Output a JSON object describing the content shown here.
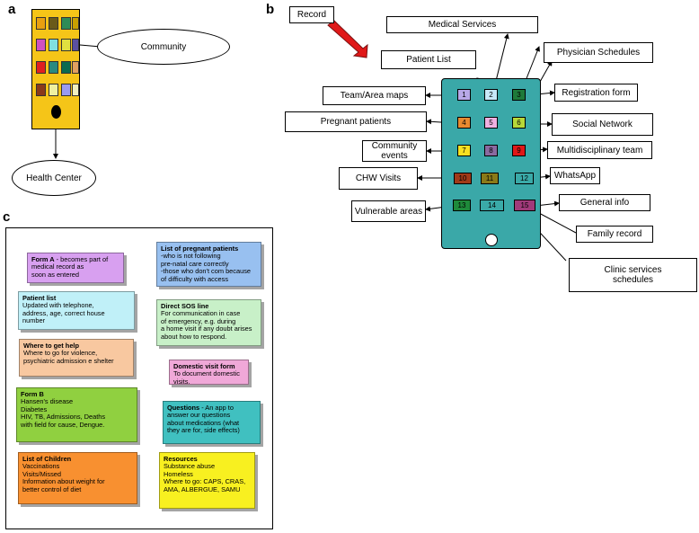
{
  "panels": {
    "a": "a",
    "b": "b",
    "c": "c"
  },
  "panel_a": {
    "community_label": "Community",
    "health_center_label": "Health Center",
    "building_color": "#f5c518",
    "window_colors": [
      "#e8a010",
      "#6a5a1a",
      "#2e8b57",
      "#c8a000",
      "#d050c0",
      "#80e0e0",
      "#e0e040",
      "#5a50a0",
      "#e02020",
      "#2a8a80",
      "#0a6a50",
      "#e0a060",
      "#8a3a1a",
      "#f0f0a0",
      "#9a9af0",
      "#f0f0c0"
    ]
  },
  "panel_b": {
    "record_label": "Record",
    "labels": {
      "medical_services": "Medical Services",
      "physician_schedules": "Physician Schedules",
      "patient_list": "Patient List",
      "registration_form": "Registration form",
      "team_area_maps": "Team/Area maps",
      "social_network": "Social Network",
      "pregnant_patients": "Pregnant patients",
      "community_events": "Community events",
      "multidisciplinary_team": "Multidisciplinary team",
      "chw_visits": "CHW Visits",
      "whatsapp": "WhatsApp",
      "general_info": "General info",
      "vulnerable_areas": "Vulnerable areas",
      "family_record": "Family record",
      "clinic_services_schedules": "Clinic services schedules"
    },
    "keys": [
      {
        "n": "1",
        "color": "#b8a8e8"
      },
      {
        "n": "2",
        "color": "#c8e8f8"
      },
      {
        "n": "3",
        "color": "#1e7a3a"
      },
      {
        "n": "4",
        "color": "#e88a30"
      },
      {
        "n": "5",
        "color": "#f0b0e0"
      },
      {
        "n": "6",
        "color": "#b8d838"
      },
      {
        "n": "7",
        "color": "#f8e020"
      },
      {
        "n": "8",
        "color": "#8a6aa0"
      },
      {
        "n": "9",
        "color": "#e01818"
      },
      {
        "n": "10",
        "color": "#a03a18"
      },
      {
        "n": "11",
        "color": "#8a7a18"
      },
      {
        "n": "12",
        "color": "#3aaaa8"
      },
      {
        "n": "13",
        "color": "#1e8a3a"
      },
      {
        "n": "14",
        "color": "#3aaaa8"
      },
      {
        "n": "15",
        "color": "#a03a7a"
      }
    ],
    "phone_color": "#3aa8a8"
  },
  "panel_c": {
    "notes": [
      {
        "title": "Form A",
        "lines": [
          "- becomes part of",
          "medical record as",
          "soon as entered"
        ],
        "color": "#d8a0f0"
      },
      {
        "title": "List of pregnant patients",
        "lines": [
          "-who is not following",
          "pre-natal care correctly",
          "-those who don't com because",
          "of difficulty with access"
        ],
        "color": "#98c0f0"
      },
      {
        "title": "Patient list",
        "lines": [
          "Updated with telephone,",
          "address, age, correct house",
          "number"
        ],
        "color": "#c0f0f8"
      },
      {
        "title": "Direct SOS line",
        "lines": [
          "For communication in case",
          "of emergency, e.g. during",
          "a home visit if any doubt arises",
          "about how to respond."
        ],
        "color": "#c8f0c8"
      },
      {
        "title": "Where to get help",
        "lines": [
          "Where to go for violence,",
          "psychiatric admission e shelter"
        ],
        "color": "#f8c8a0"
      },
      {
        "title": "Domestic visit form",
        "lines": [
          "To document domestic",
          "visits."
        ],
        "color": "#f0a8d8"
      },
      {
        "title": "Form B",
        "lines": [
          "Hansen's disease",
          "Diabetes",
          "HIV, TB, Admissions, Deaths",
          "with field for cause, Dengue."
        ],
        "color": "#90d040"
      },
      {
        "title": "Questions",
        "lines": [
          "- An app to",
          "answer our questions",
          "about medications (what",
          "they are for, side effects)"
        ],
        "color": "#40c0c0"
      },
      {
        "title": "List of Children",
        "lines": [
          "Vaccinations",
          "Visits/Missed",
          "Information about weight for",
          "better control of diet"
        ],
        "color": "#f89030"
      },
      {
        "title": "Resources",
        "lines": [
          "Substance abuse",
          "Homeless",
          "Where to go: CAPS, CRAS,",
          "AMA, ALBERGUE, SAMU"
        ],
        "color": "#f8f020"
      }
    ]
  }
}
